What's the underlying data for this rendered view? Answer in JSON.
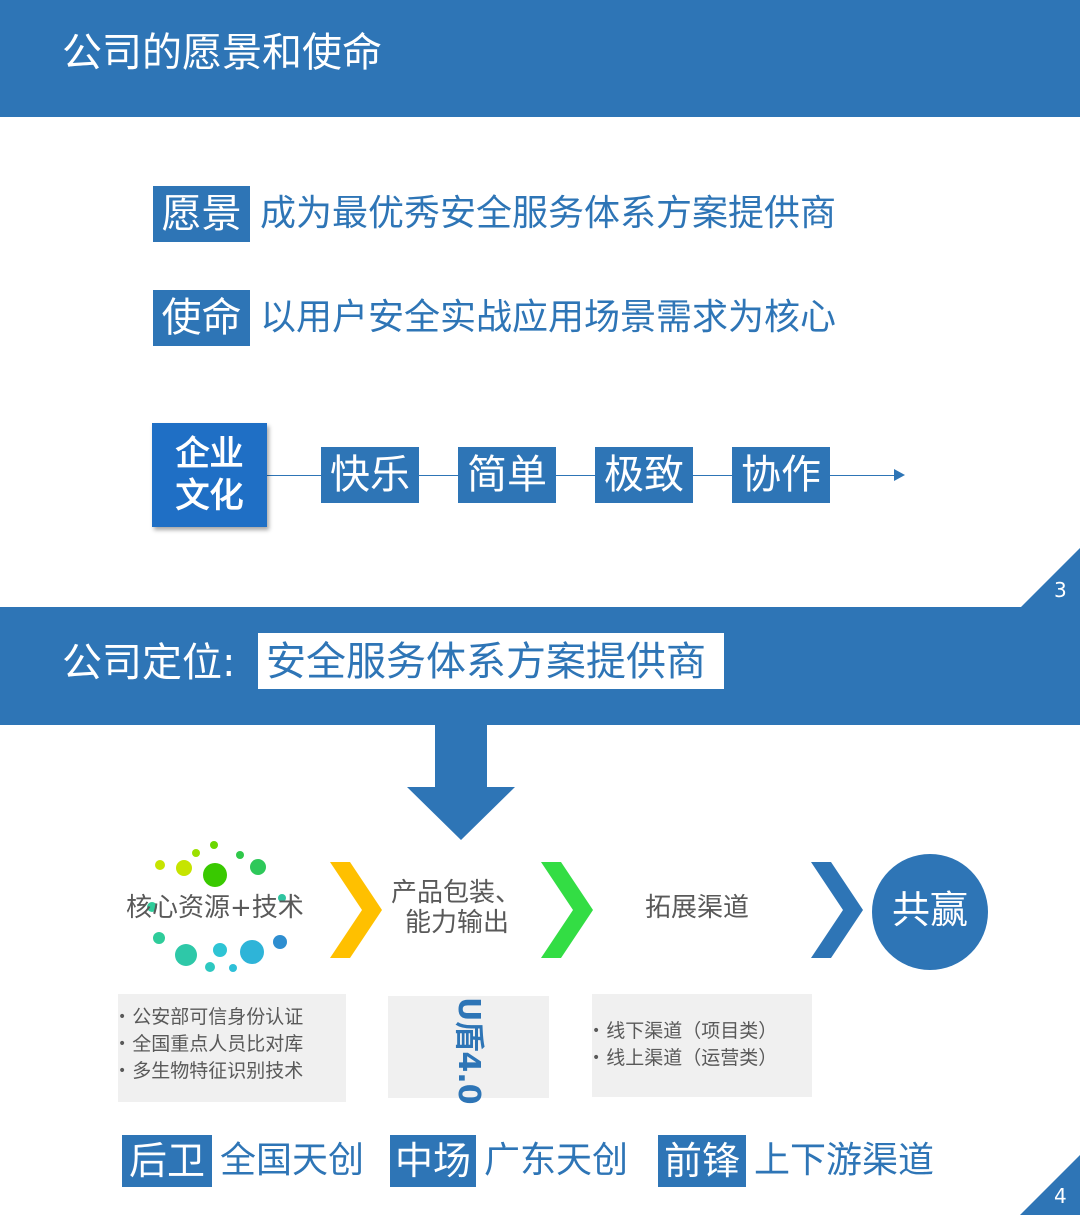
{
  "slide3": {
    "title": "公司的愿景和使命",
    "vision": {
      "tag": "愿景",
      "text": "成为最优秀安全服务体系方案提供商"
    },
    "mission": {
      "tag": "使命",
      "text": "以用户安全实战应用场景需求为核心"
    },
    "culture": {
      "tag_line1": "企业",
      "tag_line2": "文化",
      "values": [
        "快乐",
        "简单",
        "极致",
        "协作"
      ]
    },
    "page_number": "3"
  },
  "slide4": {
    "title_prefix": "公司定位:",
    "title_highlight": "安全服务体系方案提供商",
    "steps": {
      "resources": "核心资源+技术",
      "product_line1": "产品包装、",
      "product_line2": "能力输出",
      "channels": "拓展渠道",
      "win": "共赢"
    },
    "resources_list": [
      "公安部可信身份认证",
      "全国重点人员比对库",
      "多生物特征识别技术"
    ],
    "product_badge": "U盾4.0",
    "channel_list": [
      "线下渠道（项目类）",
      "线上渠道（运营类）"
    ],
    "roles": [
      {
        "tag": "后卫",
        "text": "全国天创"
      },
      {
        "tag": "中场",
        "text": "广东天创"
      },
      {
        "tag": "前锋",
        "text": "上下游渠道"
      }
    ],
    "page_number": "4"
  },
  "colors": {
    "brand_blue": "#2e75b6",
    "chevron_yellow": "#ffc000",
    "chevron_green": "#33dd44"
  }
}
